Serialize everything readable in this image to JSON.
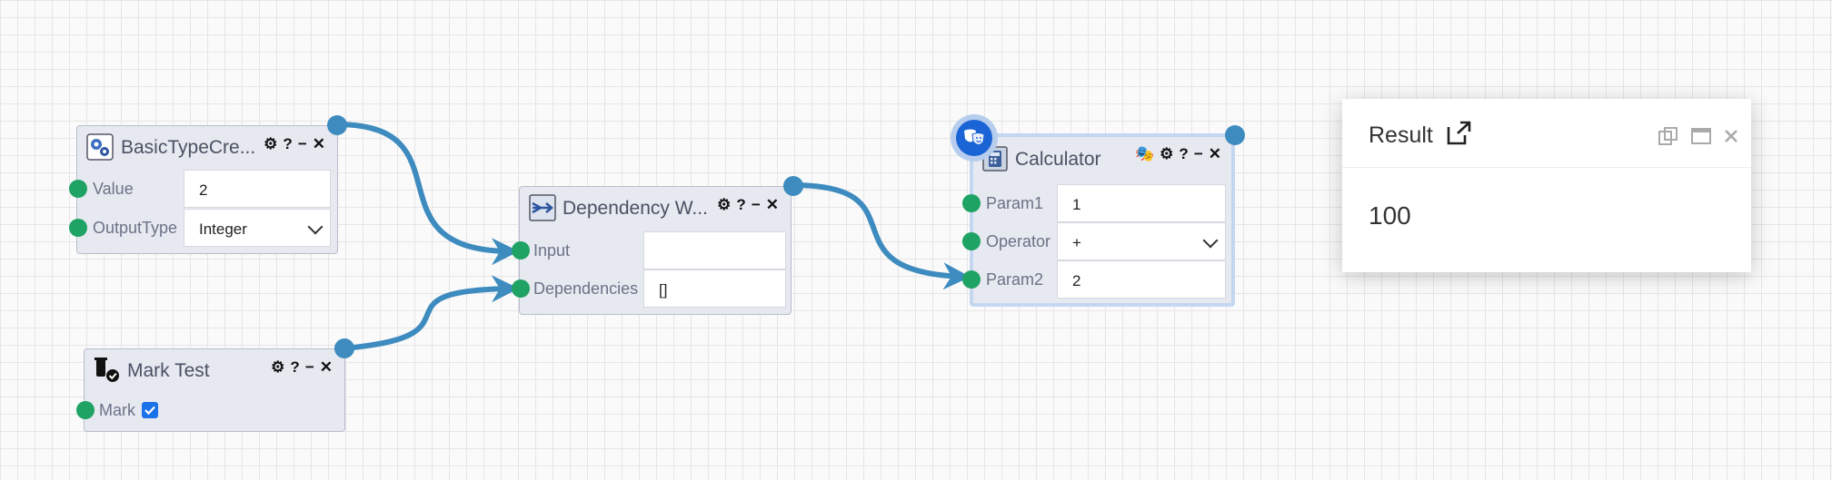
{
  "nodes": {
    "basic_type": {
      "title": "BasicTypeCre...",
      "tools": [
        "⚙",
        "?",
        "−",
        "✕"
      ],
      "value_label": "Value",
      "value": "2",
      "output_type_label": "OutputType",
      "output_type": "Integer"
    },
    "mark_test": {
      "title": "Mark Test",
      "tools": [
        "⚙",
        "?",
        "−",
        "✕"
      ],
      "mark_label": "Mark",
      "mark_checked": true
    },
    "dependency": {
      "title": "Dependency W...",
      "tools": [
        "⚙",
        "?",
        "−",
        "✕"
      ],
      "input_label": "Input",
      "input_value": "",
      "dependencies_label": "Dependencies",
      "dependencies_value": "[]"
    },
    "calculator": {
      "title": "Calculator",
      "tools": [
        "⚙",
        "?",
        "−",
        "✕"
      ],
      "param1_label": "Param1",
      "param1": "1",
      "operator_label": "Operator",
      "operator": "+",
      "param2_label": "Param2",
      "param2": "2"
    }
  },
  "result": {
    "title": "Result",
    "value": "100"
  },
  "colors": {
    "wire": "#3d8bbf",
    "input_port": "#1fa364",
    "output_port": "#3d8bbf",
    "node_bg": "#e7e9f1",
    "checkbox": "#1a73e8"
  },
  "icons": [
    "gears-icon",
    "test-tube-check-icon",
    "dependency-arrow-icon",
    "calculator-icon",
    "theater-masks-icon",
    "external-link-icon",
    "copy-icon",
    "maximize-icon",
    "close-icon"
  ]
}
